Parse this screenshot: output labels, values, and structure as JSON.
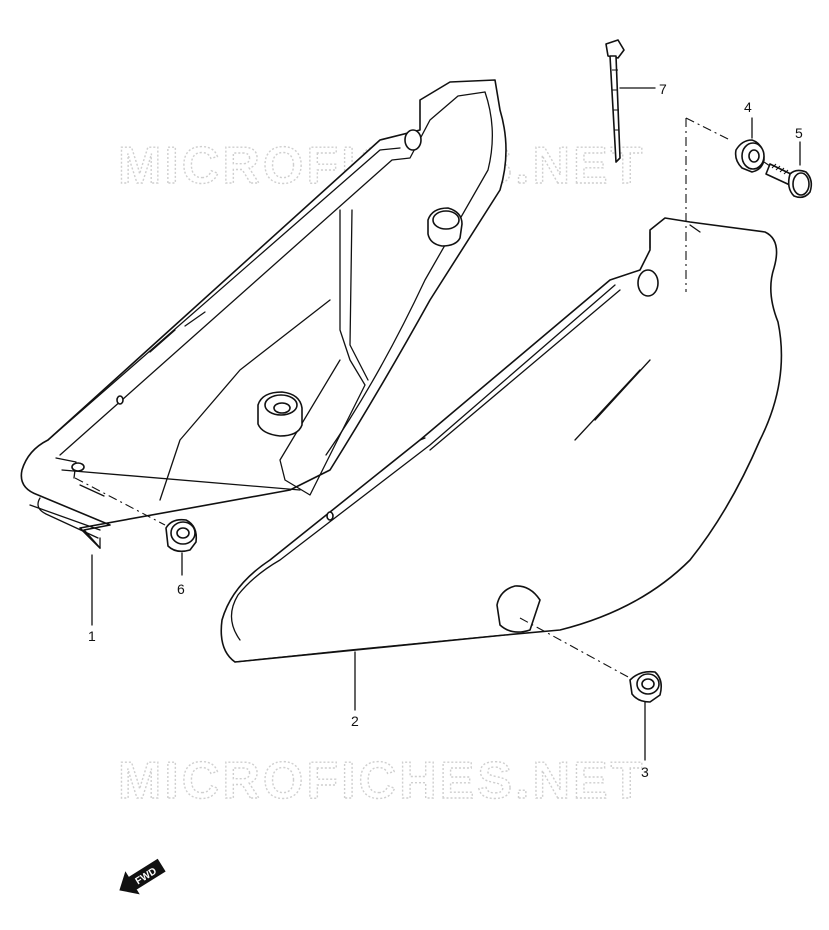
{
  "watermark": {
    "text": "MICROFICHES.NET"
  },
  "callouts": [
    {
      "id": "1",
      "label": "1"
    },
    {
      "id": "2",
      "label": "2"
    },
    {
      "id": "3",
      "label": "3"
    },
    {
      "id": "4",
      "label": "4"
    },
    {
      "id": "5",
      "label": "5"
    },
    {
      "id": "6",
      "label": "6"
    },
    {
      "id": "7",
      "label": "7"
    }
  ],
  "direction_indicator": {
    "label": "FWD"
  }
}
